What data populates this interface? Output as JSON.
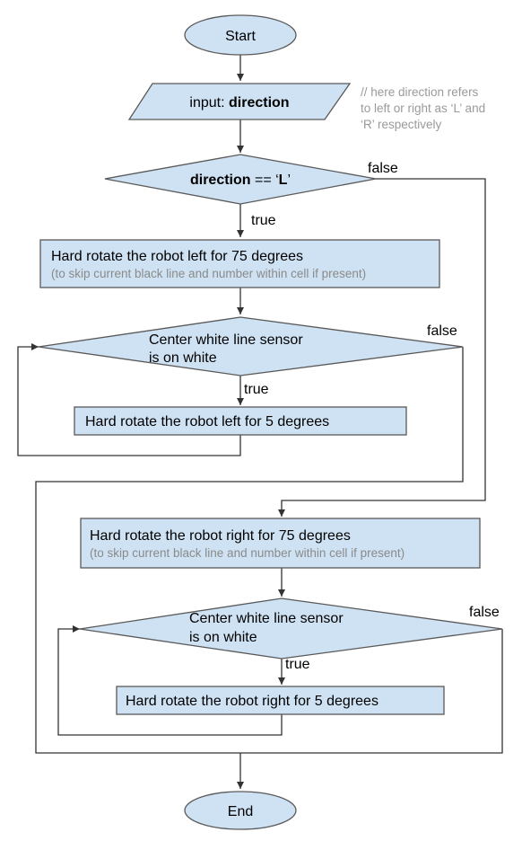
{
  "colors": {
    "node_fill": "#cfe2f3",
    "node_stroke": "#595959",
    "connector": "#333333",
    "note_text": "#9a9a9a"
  },
  "nodes": {
    "start": {
      "label": "Start"
    },
    "input": {
      "prefix": "input: ",
      "variable": "direction"
    },
    "note": {
      "lines": [
        "// here direction refers",
        "to left or right as ‘L’ and",
        "‘R’ respectively"
      ]
    },
    "decision_direction": {
      "variable": "direction",
      "operator": " == ‘",
      "value": "L",
      "close": "’"
    },
    "rotate_left_75": {
      "label": "Hard rotate the robot left for 75 degrees",
      "sublabel": "(to skip current black line and number within cell if present)"
    },
    "sensor_check_left": {
      "lines": [
        "Center white line sensor",
        "is on white"
      ]
    },
    "rotate_left_5": {
      "label": "Hard rotate the robot left for 5 degrees"
    },
    "rotate_right_75": {
      "label": "Hard rotate the robot right for 75 degrees",
      "sublabel": "(to skip current black line and number within cell if present)"
    },
    "sensor_check_right": {
      "lines": [
        "Center white line sensor",
        "is on white"
      ]
    },
    "rotate_right_5": {
      "label": "Hard rotate the robot right for 5 degrees"
    },
    "end": {
      "label": "End"
    }
  },
  "edge_labels": {
    "direction_true": "true",
    "direction_false": "false",
    "left_sensor_true": "true",
    "left_sensor_false": "false",
    "right_sensor_true": "true",
    "right_sensor_false": "false"
  }
}
